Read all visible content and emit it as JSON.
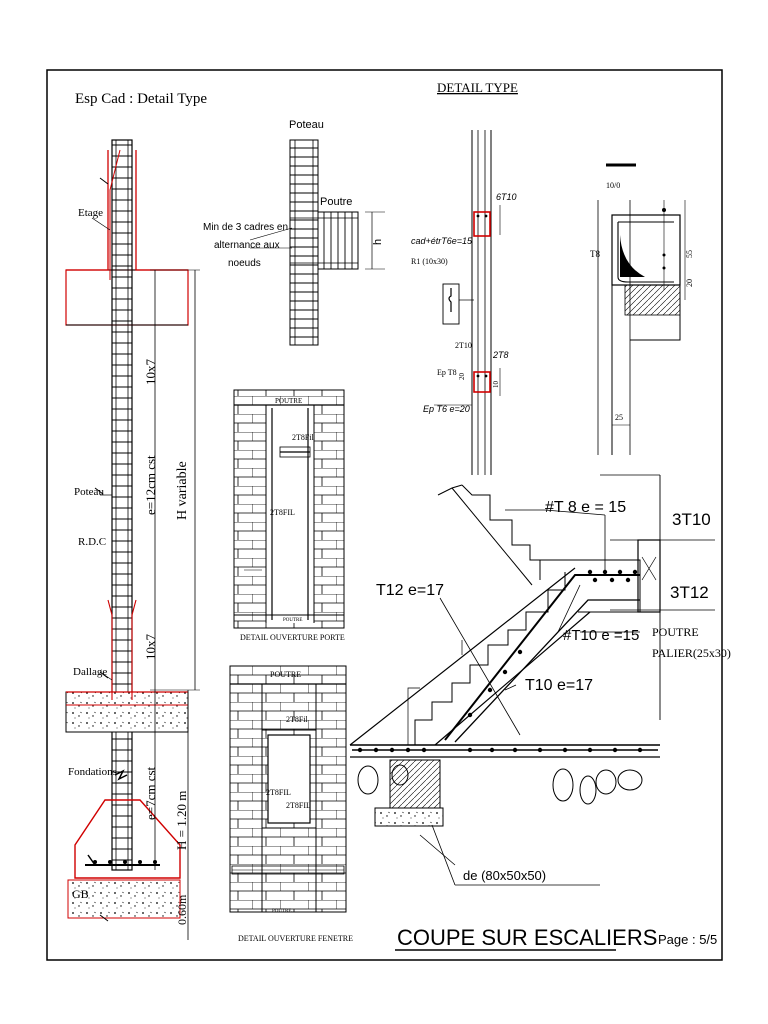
{
  "sheet": {
    "title_left": "Esp Cad : Detail Type",
    "title_center": "DETAIL TYPE",
    "main_title": "COUPE  SUR ESCALIERS",
    "page": "Page : 5/5"
  },
  "column_elevation": {
    "etage": "Etage",
    "poteau": "Poteau",
    "rdc": "R.D.C",
    "dallage": "Dallage",
    "fondations": "Fondations",
    "gb": "GB",
    "bars_upper": "10x7",
    "bars_lower": "10x7",
    "spacing_upper": "e=12cm cst",
    "spacing_lower": "e=7cm cst",
    "h_variable": "H variable",
    "h_fixed": "H = 1.20 m",
    "depth": "0.60m"
  },
  "beam_column_joint": {
    "poteau": "Poteau",
    "poutre": "Poutre",
    "note_line1": "Min de 3 cadres en",
    "note_line2": "alternance aux",
    "note_line3": "noeuds",
    "h": "h"
  },
  "beam_section": {
    "top_bars": "6T10",
    "stirrups": "cad+étrT6e=15",
    "r1": "R1 (10x30)",
    "mid_bars": "2T10",
    "bottom_bars": "2T8",
    "ep_t8": "Ep T8",
    "ep_t6": "Ep  T6  e=20",
    "dim_20": "20",
    "dim_10": "10"
  },
  "slab_section": {
    "dim_top": "10/0",
    "t8": "T8",
    "dim_55": "55",
    "dim_20": "20",
    "dim_25": "25"
  },
  "door_opening": {
    "poutre": "POUTRE",
    "bar1": "2T8Fil",
    "bar2": "2T8FIL",
    "bottom": "POUTRE",
    "caption": "DETAIL OUVERTURE PORTE"
  },
  "window_opening": {
    "poutre": "POUTRE",
    "bar1": "2T8Fil",
    "bar2": "2T8FIL",
    "bar3": "2T8FIL",
    "bottom": "POUTRE",
    "caption": "DETAIL OUVERTURE FENETRE"
  },
  "stairs": {
    "t8": "#T 8 e = 15",
    "t12_top": "3T10",
    "t12_e": "T12 e=17",
    "t12_3": "3T12",
    "t10_15": "#T10 e =15",
    "palier1": "POUTRE",
    "palier2": "PALIER(25x30)",
    "t10_17": "T10 e=17",
    "footing": "de (80x50x50)"
  }
}
